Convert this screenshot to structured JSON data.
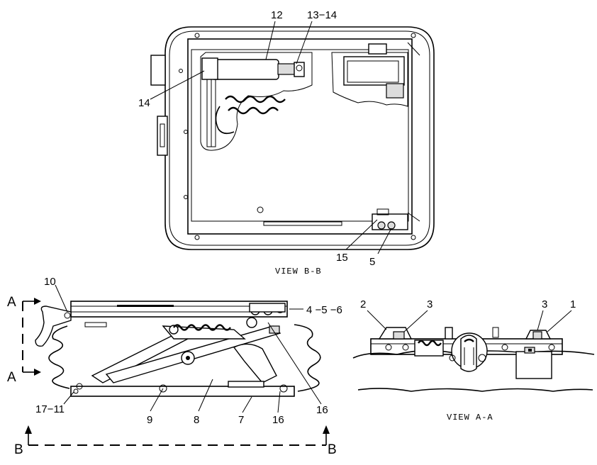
{
  "views": {
    "bb": {
      "caption": "VIEW B-B"
    },
    "aa": {
      "caption": "VIEW A-A"
    }
  },
  "section_markers": {
    "a_top": "A",
    "a_bottom": "A",
    "b_left": "B",
    "b_right": "B"
  },
  "callouts": {
    "bb_12": "12",
    "bb_13_14": "13−14",
    "bb_14": "14",
    "bb_15": "15",
    "bb_5": "5",
    "side_10": "10",
    "side_4_5_6": "4 −5 −6",
    "side_17_11": "17−11",
    "side_9": "9",
    "side_8": "8",
    "side_7": "7",
    "side_16a": "16",
    "side_16b": "16",
    "aa_2": "2",
    "aa_3a": "3",
    "aa_3b": "3",
    "aa_1": "1"
  }
}
